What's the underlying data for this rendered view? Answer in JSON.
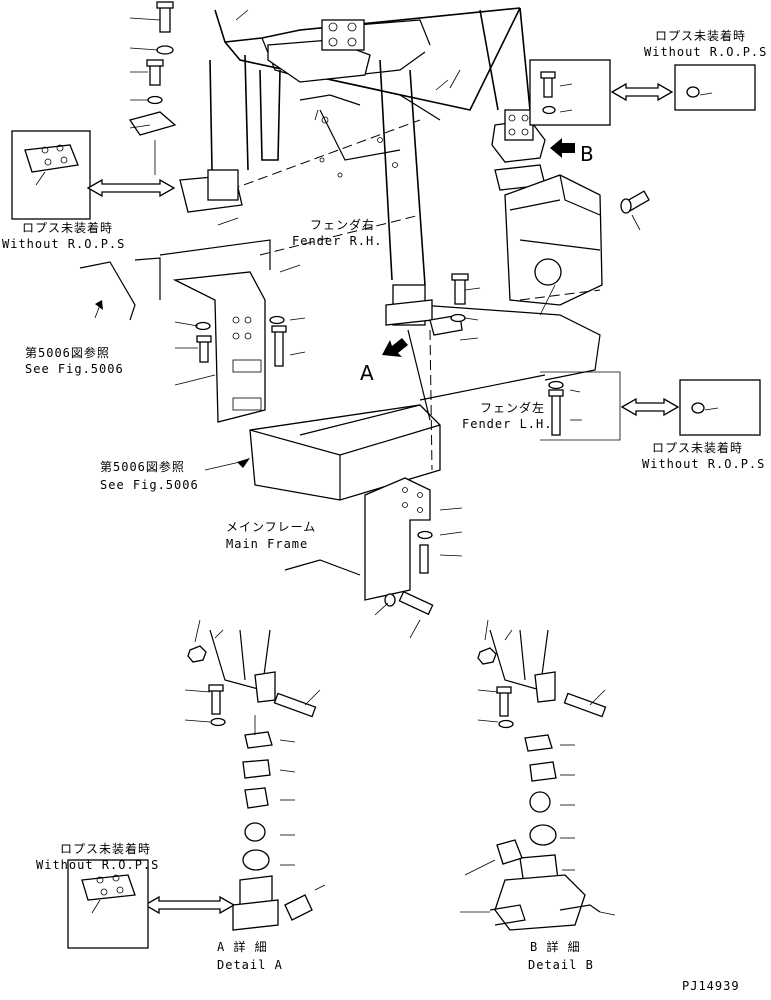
{
  "labels": {
    "without_rops_jp": "ロプス未装着時",
    "without_rops_en": "Without R.O.P.S",
    "fender_rh_jp": "フェンダ右",
    "fender_rh_en": "Fender R.H.",
    "fender_lh_jp": "フェンダ左",
    "fender_lh_en": "Fender L.H.",
    "see_fig_jp": "第5006図参照",
    "see_fig_en": "See Fig.5006",
    "main_frame_jp": "メインフレーム",
    "main_frame_en": "Main Frame",
    "detail_a_jp": "A 詳 細",
    "detail_a_en": "Detail A",
    "detail_b_jp": "B 詳 細",
    "detail_b_en": "Detail B",
    "view_a": "A",
    "view_b": "B",
    "drawing_no": "PJ14939"
  }
}
